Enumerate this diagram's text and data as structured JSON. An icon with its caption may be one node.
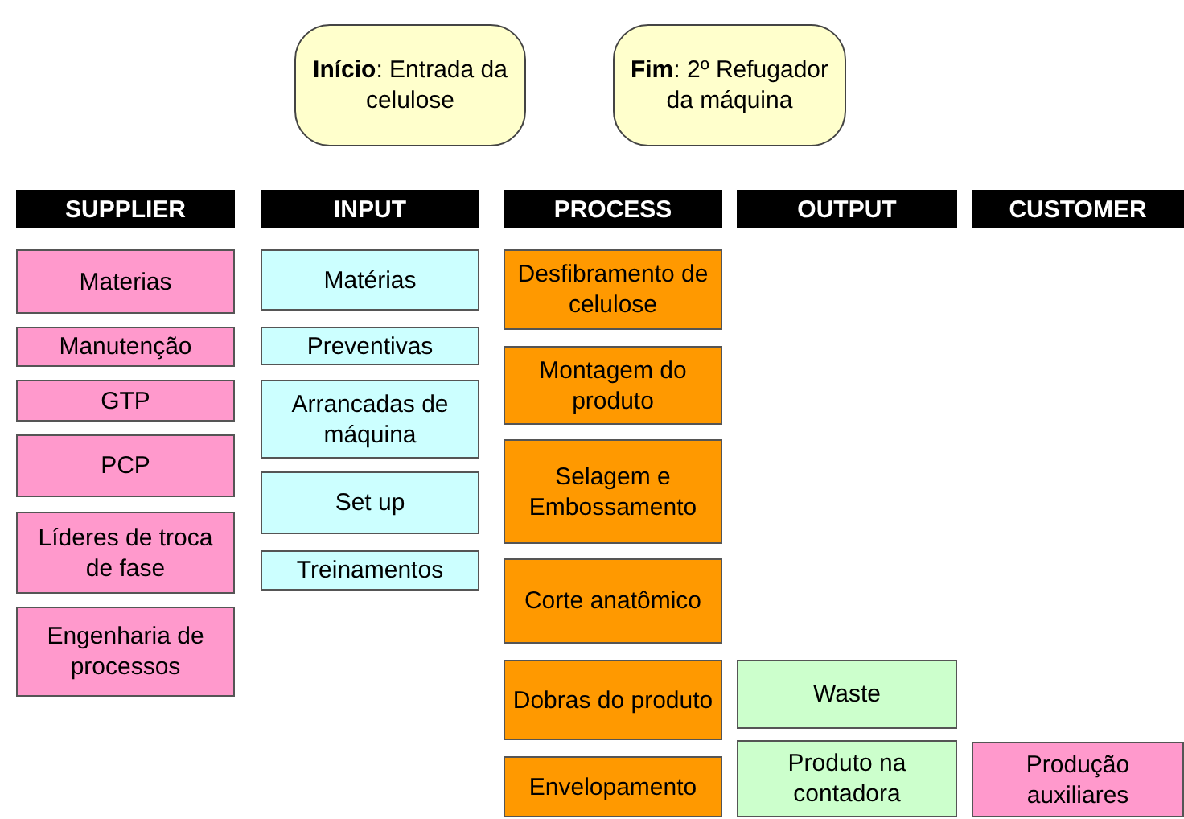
{
  "diagram": {
    "nodes": [
      {
        "text": [
          "**Início**: Entrada da celulose"
        ]
      },
      {
        "text": [
          "**Fim**: 2º Refugador da máquina"
        ]
      },
      {
        "text": [
          "SUPPLIER"
        ]
      },
      {
        "text": [
          "INPUT"
        ]
      },
      {
        "text": [
          "PROCESS"
        ]
      },
      {
        "text": [
          "OUTPUT"
        ]
      },
      {
        "text": [
          "CUSTOMER"
        ]
      },
      {
        "text": [
          "Materias"
        ]
      },
      {
        "text": [
          "Manutenção"
        ]
      },
      {
        "text": [
          "GTP"
        ]
      },
      {
        "text": [
          "PCP"
        ]
      },
      {
        "text": [
          "Líderes de troca de fase"
        ]
      },
      {
        "text": [
          "Engenharia de processos"
        ]
      },
      {
        "text": [
          "Matérias"
        ]
      },
      {
        "text": [
          "Preventivas"
        ]
      },
      {
        "text": [
          "Arrancadas de máquina"
        ]
      },
      {
        "text": [
          "Set up"
        ]
      },
      {
        "text": [
          "Treinamentos"
        ]
      },
      {
        "text": [
          "Desfibramento de celulose"
        ]
      },
      {
        "text": [
          "Montagem do produto"
        ]
      },
      {
        "text": [
          "Selagem e Embossamento"
        ]
      },
      {
        "text": [
          "Corte anatômico"
        ]
      },
      {
        "text": [
          "Dobras do produto"
        ]
      },
      {
        "text": [
          "Envelopamento"
        ]
      },
      {
        "text": [
          "Waste"
        ]
      },
      {
        "text": [
          "Produto na contadora"
        ]
      },
      {
        "text": [
          "Produção auxiliares"
        ]
      }
    ]
  }
}
